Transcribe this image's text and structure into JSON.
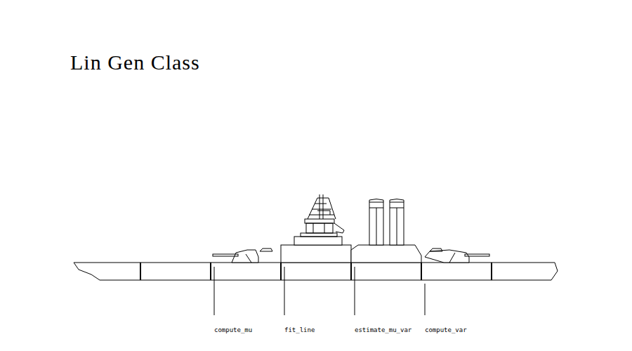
{
  "diagram": {
    "title": "Lin Gen Class",
    "labels": [
      "compute_mu",
      "fit_line",
      "estimate_mu_var",
      "compute_var"
    ]
  }
}
